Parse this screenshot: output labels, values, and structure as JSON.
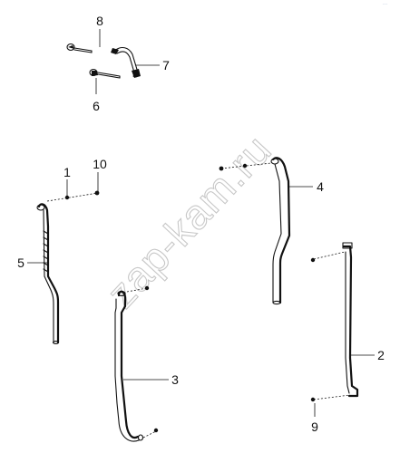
{
  "watermark": "zap-kam.ru",
  "corner_mark": "···",
  "callouts": {
    "c1": "1",
    "c2": "2",
    "c3": "3",
    "c4": "4",
    "c5": "5",
    "c6": "6",
    "c7": "7",
    "c8": "8",
    "c9": "9",
    "c10": "10"
  }
}
